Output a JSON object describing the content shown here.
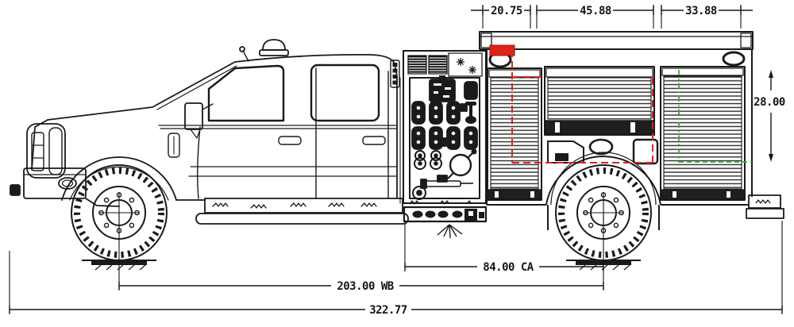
{
  "drawing": {
    "type": "cad-side-elevation",
    "subject": "brush-rescue fire apparatus, driver side",
    "colors": {
      "line": "#1a1a1a",
      "background": "#ffffff",
      "annotation_red": "#e02318",
      "annotation_green": "#2fae3a"
    },
    "dimensions": {
      "top": [
        {
          "id": "pump-module-width",
          "label": "20.75"
        },
        {
          "id": "forward-compartment-width",
          "label": "45.88"
        },
        {
          "id": "rear-compartment-width",
          "label": "33.88"
        }
      ],
      "right": {
        "id": "compartment-height",
        "label": "28.00"
      },
      "bottom": [
        {
          "id": "cab-to-axle",
          "label": "84.00 CA"
        },
        {
          "id": "wheelbase",
          "label": "203.00 WB"
        },
        {
          "id": "overall-length",
          "label": "322.77"
        }
      ]
    }
  }
}
